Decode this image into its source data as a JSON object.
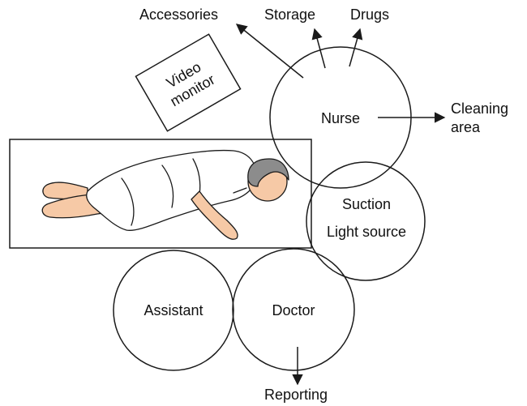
{
  "labels": {
    "accessories": "Accessories",
    "storage": "Storage",
    "drugs": "Drugs",
    "video_line1": "Video",
    "video_line2": "monitor",
    "nurse": "Nurse",
    "cleaning_line1": "Cleaning",
    "cleaning_line2": "area",
    "suction": "Suction",
    "light_source": "Light source",
    "assistant": "Assistant",
    "doctor": "Doctor",
    "reporting": "Reporting"
  },
  "colors": {
    "line": "#1a1a1a",
    "skin": "#f6c9a6",
    "gown": "#ffffff",
    "hair": "#8c8c8c"
  }
}
